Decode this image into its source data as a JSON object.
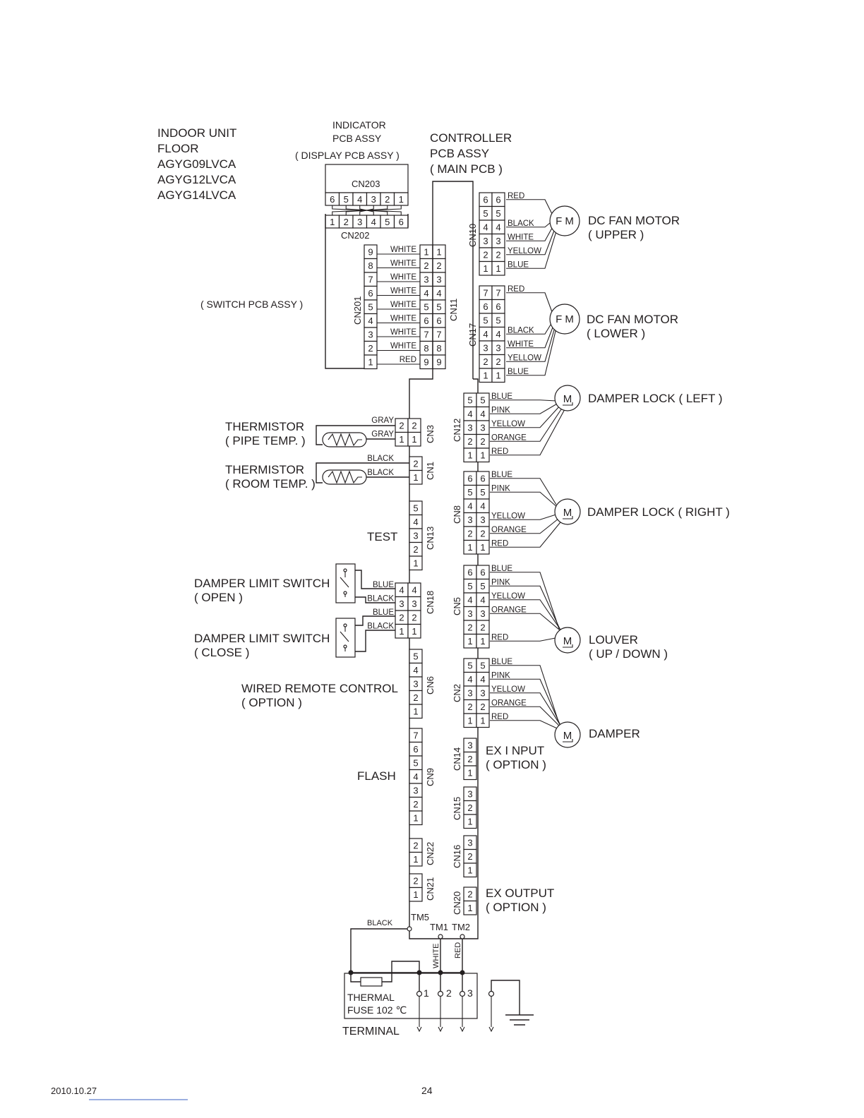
{
  "unit": {
    "title_lines": [
      "INDOOR UNIT",
      "FLOOR",
      "AGYG09LVCA",
      "AGYG12LVCA",
      "AGYG14LVCA"
    ]
  },
  "indicator_pcb": {
    "label_lines": [
      "INDICATOR",
      "PCB ASSY"
    ],
    "sub_label": "( DISPLAY PCB ASSY )",
    "cn203": {
      "name": "CN203",
      "pins": [
        "6",
        "5",
        "4",
        "3",
        "2",
        "1"
      ]
    },
    "cn202": {
      "name": "CN202",
      "pins": [
        "1",
        "2",
        "3",
        "4",
        "5",
        "6"
      ]
    }
  },
  "switch_pcb": {
    "label": "( SWITCH PCB ASSY )",
    "cn201": {
      "name": "CN201",
      "pins": [
        "9",
        "8",
        "7",
        "6",
        "5",
        "4",
        "3",
        "2",
        "1"
      ]
    }
  },
  "controller_pcb": {
    "label_lines": [
      "CONTROLLER",
      "PCB ASSY",
      "( MAIN PCB )"
    ]
  },
  "cn11": {
    "name": "CN11",
    "pins": [
      "1",
      "2",
      "3",
      "4",
      "5",
      "6",
      "7",
      "8",
      "9"
    ],
    "wires": [
      "WHITE",
      "WHITE",
      "WHITE",
      "WHITE",
      "WHITE",
      "WHITE",
      "WHITE",
      "WHITE",
      "RED"
    ]
  },
  "fan_upper": {
    "connector": "CN10",
    "pins": [
      "6",
      "5",
      "4",
      "3",
      "2",
      "1"
    ],
    "wires": [
      "RED",
      "",
      "BLACK",
      "WHITE",
      "YELLOW",
      "BLUE"
    ],
    "motor_symbol": "F M",
    "label_lines": [
      "DC FAN MOTOR",
      "( UPPER )"
    ]
  },
  "fan_lower": {
    "connector": "CN17",
    "pins": [
      "7",
      "6",
      "5",
      "4",
      "3",
      "2",
      "1"
    ],
    "wires": [
      "RED",
      "",
      "",
      "BLACK",
      "WHITE",
      "YELLOW",
      "BLUE"
    ],
    "motor_symbol": "F M",
    "label_lines": [
      "DC FAN MOTOR",
      "( LOWER )"
    ]
  },
  "damper_lock_left": {
    "connector": "CN12",
    "pins": [
      "5",
      "4",
      "3",
      "2",
      "1"
    ],
    "wires": [
      "BLUE",
      "PINK",
      "YELLOW",
      "ORANGE",
      "RED"
    ],
    "motor_symbol": "M",
    "label": "DAMPER LOCK ( LEFT )"
  },
  "damper_lock_right": {
    "connector": "CN8",
    "pins": [
      "6",
      "5",
      "4",
      "3",
      "2",
      "1"
    ],
    "wires": [
      "BLUE",
      "PINK",
      "",
      "YELLOW",
      "ORANGE",
      "RED"
    ],
    "motor_symbol": "M",
    "label": "DAMPER LOCK ( RIGHT )"
  },
  "louver": {
    "connector": "CN5",
    "pins": [
      "6",
      "5",
      "4",
      "3",
      "2",
      "1"
    ],
    "wires": [
      "BLUE",
      "PINK",
      "YELLOW",
      "ORANGE",
      "",
      "RED"
    ],
    "motor_symbol": "M",
    "label_lines": [
      "LOUVER",
      "( UP / DOWN )"
    ]
  },
  "damper": {
    "connector": "CN2",
    "pins": [
      "5",
      "4",
      "3",
      "2",
      "1"
    ],
    "wires": [
      "BLUE",
      "PINK",
      "YELLOW",
      "ORANGE",
      "RED"
    ],
    "motor_symbol": "M",
    "label": "DAMPER"
  },
  "thermistor_pipe": {
    "connector": "CN3",
    "pins": [
      "2",
      "1"
    ],
    "wires": [
      "GRAY",
      "GRAY"
    ],
    "label_lines": [
      "THERMISTOR",
      "( PIPE TEMP. )"
    ]
  },
  "thermistor_room": {
    "connector": "CN1",
    "pins": [
      "2",
      "1"
    ],
    "wires": [
      "BLACK",
      "BLACK"
    ],
    "label_lines": [
      "THERMISTOR",
      "( ROOM TEMP. )"
    ]
  },
  "test": {
    "connector": "CN13",
    "pins": [
      "5",
      "4",
      "3",
      "2",
      "1"
    ],
    "label": "TEST"
  },
  "damper_switch": {
    "connector": "CN18",
    "pins": [
      "4",
      "3",
      "2",
      "1"
    ],
    "wires": [
      "BLUE",
      "BLACK",
      "BLUE",
      "BLACK"
    ],
    "open_label_lines": [
      "DAMPER LIMIT SWITCH",
      "( OPEN )"
    ],
    "close_label_lines": [
      "DAMPER LIMIT SWITCH",
      "( CLOSE )"
    ]
  },
  "wired_remote": {
    "connector": "CN6",
    "pins": [
      "5",
      "4",
      "3",
      "2",
      "1"
    ],
    "label_lines": [
      "WIRED REMOTE CONTROL",
      "( OPTION )"
    ]
  },
  "flash": {
    "connector": "CN9",
    "pins": [
      "7",
      "6",
      "5",
      "4",
      "3",
      "2",
      "1"
    ],
    "label": "FLASH"
  },
  "cn22": {
    "name": "CN22",
    "pins": [
      "2",
      "1"
    ]
  },
  "cn21": {
    "name": "CN21",
    "pins": [
      "2",
      "1"
    ]
  },
  "ex_input": {
    "cn14": {
      "name": "CN14",
      "pins": [
        "3",
        "2",
        "1"
      ]
    },
    "cn15": {
      "name": "CN15",
      "pins": [
        "3",
        "2",
        "1"
      ]
    },
    "label_lines": [
      "EX  I NPUT",
      "( OPTION )"
    ]
  },
  "cn16": {
    "name": "CN16",
    "pins": [
      "3",
      "2",
      "1"
    ]
  },
  "ex_output": {
    "cn20": {
      "name": "CN20",
      "pins": [
        "2",
        "1"
      ]
    },
    "label_lines": [
      "EX  OUTPUT",
      "( OPTION )"
    ]
  },
  "terminals": {
    "tm5": "TM5",
    "tm1": "TM1",
    "tm2": "TM2",
    "black_wire": "BLACK",
    "white_wire": "WHITE",
    "red_wire": "RED",
    "terminal_numbers": [
      "1",
      "2",
      "3"
    ],
    "fuse_label_lines": [
      "THERMAL",
      "FUSE 102  ℃"
    ],
    "terminal_label": "TERMINAL"
  },
  "footer": {
    "date": "2010.10.27",
    "page_number": "24"
  }
}
